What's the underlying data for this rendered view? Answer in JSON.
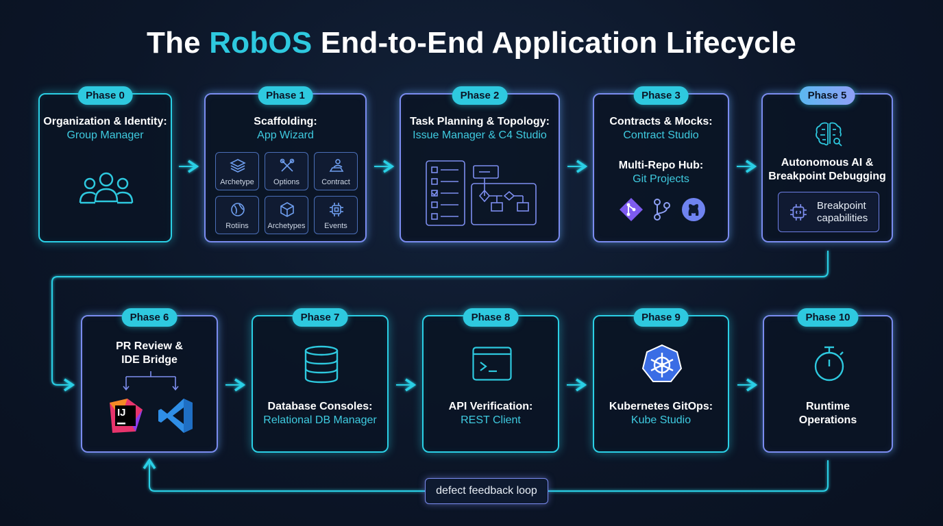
{
  "title": {
    "brand": "RobOS",
    "before": "The ",
    "after": " End-to-End Application Lifecycle"
  },
  "colors": {
    "accent": "#2ec9df",
    "violet": "#7b8cf0",
    "background": "#0c1628"
  },
  "phases": {
    "p0": {
      "pill": "Phase 0",
      "title": "Organization & Identity:",
      "subtitle": "Group Manager",
      "icon": "users-icon"
    },
    "p1": {
      "pill": "Phase 1",
      "title": "Scaffolding:",
      "subtitle": "App Wizard",
      "tiles": [
        "Archetype",
        "Options",
        "Contract",
        "Rotiins",
        "Archetypes",
        "Events"
      ]
    },
    "p2": {
      "pill": "Phase 2",
      "title": "Task Planning & Topology:",
      "subtitle": "Issue Manager & C4 Studio",
      "icon": "checklist-icon"
    },
    "p3": {
      "pill": "Phase 3",
      "title": "Contracts & Mocks:",
      "subtitle": "Contract Studio",
      "title2": "Multi-Repo Hub:",
      "subtitle2": "Git Projects",
      "icons": [
        "git-icon",
        "branch-icon",
        "github-icon"
      ]
    },
    "p5": {
      "pill": "Phase 5",
      "title_line1": "Autonomous AI &",
      "title_line2": "Breakpoint Debugging",
      "box_line1": "Breakpoint",
      "box_line2": "capabilities",
      "icon": "brain-icon"
    },
    "p6": {
      "pill": "Phase 6",
      "title_line1": "PR Review &",
      "title_line2": "IDE Bridge",
      "ide_label": "IJ",
      "icons": [
        "intellij-icon",
        "vscode-icon"
      ]
    },
    "p7": {
      "pill": "Phase 7",
      "title": "Database Consoles:",
      "subtitle": "Relational DB Manager",
      "icon": "database-icon"
    },
    "p8": {
      "pill": "Phase 8",
      "title": "API Verification:",
      "subtitle": "REST Client",
      "icon": "terminal-icon"
    },
    "p9": {
      "pill": "Phase 9",
      "title": "Kubernetes GitOps:",
      "subtitle": "Kube Studio",
      "icon": "kubernetes-icon"
    },
    "p10": {
      "pill": "Phase 10",
      "title_line1": "Runtime",
      "title_line2": "Operations",
      "icon": "stopwatch-icon"
    }
  },
  "feedback_loop": {
    "label": "defect feedback loop"
  }
}
